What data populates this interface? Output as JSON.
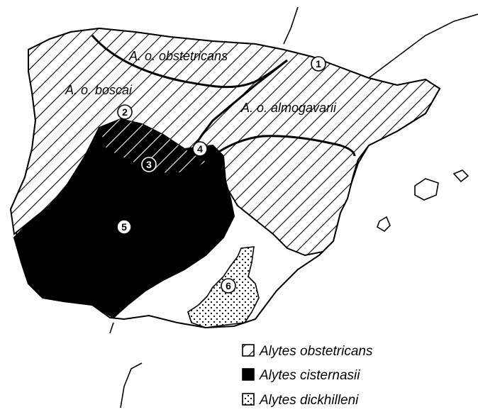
{
  "subspecies_labels": {
    "obstetricans": "A. o. obstetricans",
    "boscai": "A. o. boscai",
    "almogavarii": "A. o. almogavarii"
  },
  "sites": [
    "1",
    "2",
    "3",
    "4",
    "5",
    "6"
  ],
  "legend": [
    {
      "label": "Alytes obstetricans",
      "pattern": "diagonal-hatch"
    },
    {
      "label": "Alytes cisternasii",
      "pattern": "solid-black"
    },
    {
      "label": "Alytes dickhilleni",
      "pattern": "stipple"
    }
  ],
  "colors": {
    "ink": "#000000",
    "paper": "#ffffff"
  }
}
